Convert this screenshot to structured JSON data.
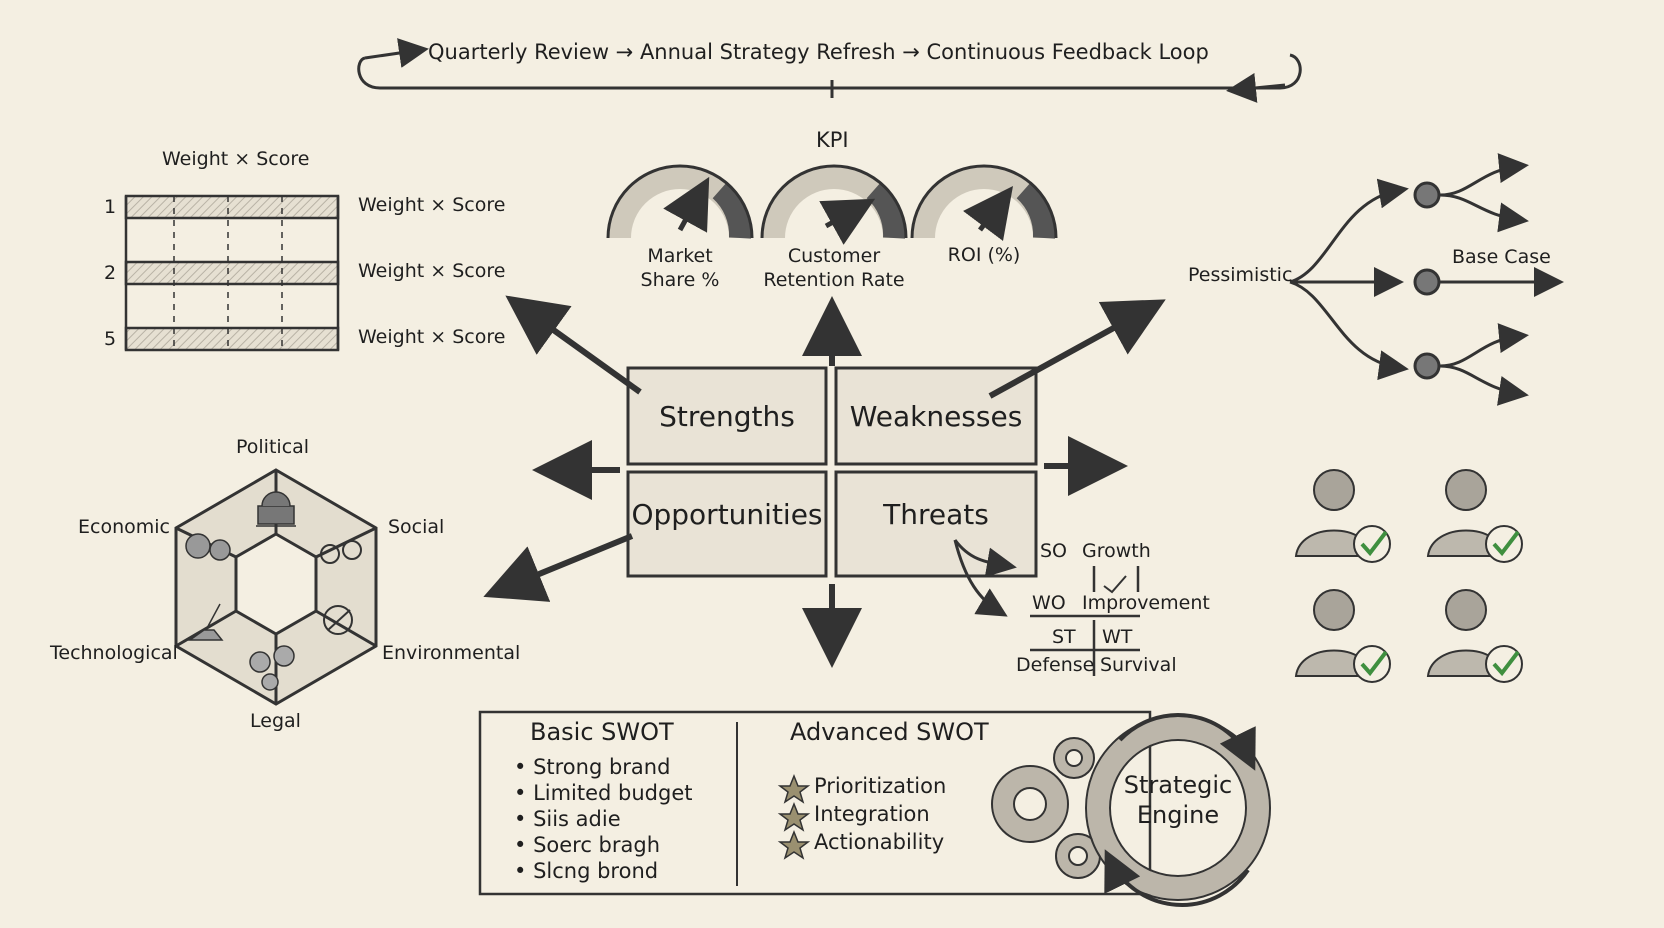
{
  "feedback_loop": {
    "text": "Quarterly Review → Annual Strategy Refresh → Continuous Feedback Loop"
  },
  "weight_table": {
    "title": "Weight × Score",
    "rows": [
      {
        "index": "1",
        "label": "Weight × Score"
      },
      {
        "index": "2",
        "label": "Weight × Score"
      },
      {
        "index": "5",
        "label": "Weight × Score"
      }
    ]
  },
  "kpi": {
    "title": "KPI",
    "gauges": [
      {
        "label_line1": "Market",
        "label_line2": "Share %"
      },
      {
        "label_line1": "Customer",
        "label_line2": "Retention Rate"
      },
      {
        "label_line1": "ROI (%)",
        "label_line2": ""
      }
    ]
  },
  "scenarios": {
    "left_label": "Pessimistic",
    "right_label": "Base Case"
  },
  "swot": {
    "strengths": "Strengths",
    "weaknesses": "Weaknesses",
    "opportunities": "Opportunities",
    "threats": "Threats"
  },
  "strategy_matrix": {
    "so": "SO",
    "so_label": "Growth",
    "wo": "WO",
    "wo_label": "Improvement",
    "st": "ST",
    "wt": "WT",
    "st_label": "Defense",
    "wt_label": "Survival"
  },
  "pestel": {
    "political": "Political",
    "economic": "Economic",
    "social": "Social",
    "technological": "Technological",
    "environmental": "Environmental",
    "legal": "Legal"
  },
  "basic_swot": {
    "title": "Basic SWOT",
    "items": [
      "Strong brand",
      "Limited budget",
      "Siis adie",
      "Soerc bragh",
      "Slcng brond"
    ]
  },
  "advanced_swot": {
    "title": "Advanced SWOT",
    "items": [
      "Prioritization",
      "Integration",
      "Actionability"
    ]
  },
  "engine": {
    "line1": "Strategic",
    "line2": "Engine"
  },
  "colors": {
    "background": "#f4efe2",
    "ink": "#2a2a2a",
    "shade": "#bdb8ad",
    "check_green": "#3f8f3f"
  }
}
